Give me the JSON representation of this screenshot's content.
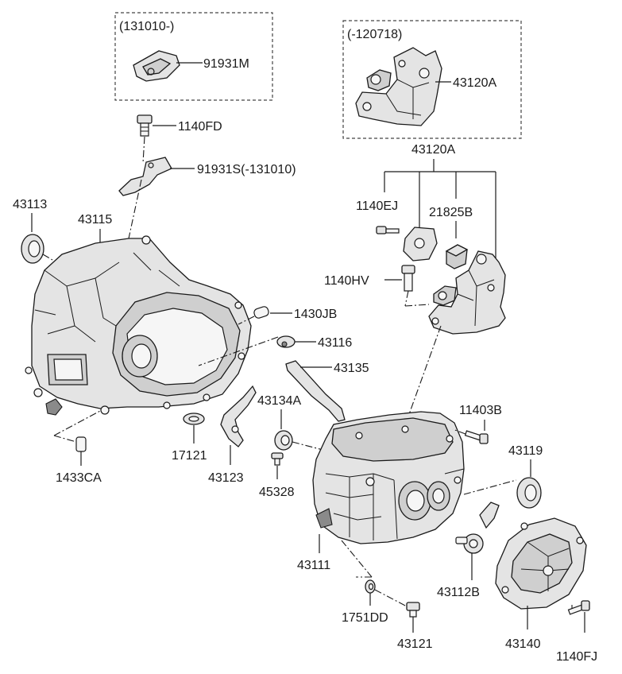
{
  "boxes": {
    "top_left_caption": "(131010-)",
    "top_right_caption": "(-120718)"
  },
  "labels": {
    "p91931M": "91931M",
    "p43120A_box": "43120A",
    "p1140FD": "1140FD",
    "p91931S": "91931S(-131010)",
    "p43120A": "43120A",
    "p43113": "43113",
    "p43115": "43115",
    "p1140EJ": "1140EJ",
    "p21825B": "21825B",
    "p1140HV": "1140HV",
    "p1430JB": "1430JB",
    "p43116": "43116",
    "p43135": "43135",
    "p43134A": "43134A",
    "p11403B": "11403B",
    "p43119": "43119",
    "p17121": "17121",
    "p43123": "43123",
    "p1433CA": "1433CA",
    "p45328": "45328",
    "p43111": "43111",
    "p43112B": "43112B",
    "p1751DD": "1751DD",
    "p43121": "43121",
    "p43140": "43140",
    "p1140FJ": "1140FJ"
  }
}
